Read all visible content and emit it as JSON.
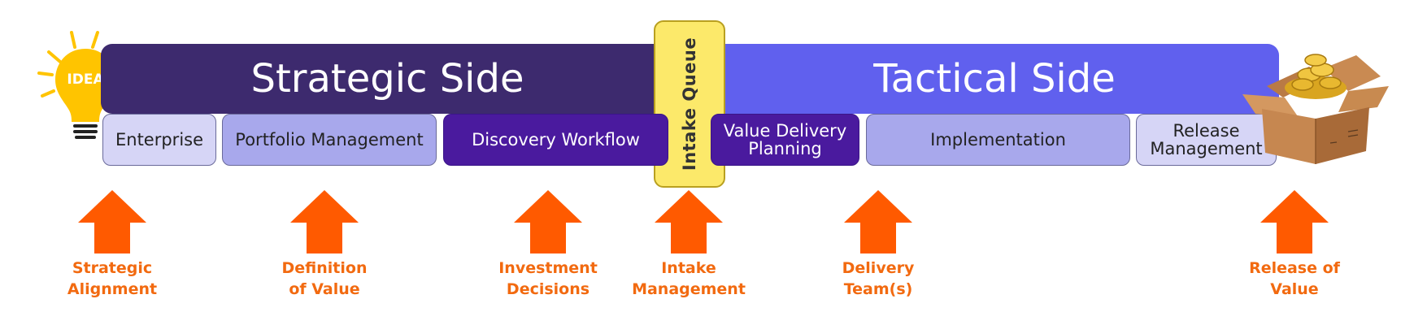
{
  "banners": {
    "strategic": "Strategic Side",
    "tactical": "Tactical Side"
  },
  "queue": {
    "label": "Intake Queue"
  },
  "idea": {
    "label": "IDEA"
  },
  "stages": {
    "enterprise": "Enterprise",
    "portfolio": "Portfolio Management",
    "discovery": "Discovery Workflow",
    "value_delivery": [
      "Value Delivery",
      "Planning"
    ],
    "implementation": "Implementation",
    "release": [
      "Release",
      "Management"
    ]
  },
  "outcomes": [
    {
      "line1": "Strategic",
      "line2": "Alignment"
    },
    {
      "line1": "Definition",
      "line2": "of Value"
    },
    {
      "line1": "Investment",
      "line2": "Decisions"
    },
    {
      "line1": "Intake",
      "line2": "Management"
    },
    {
      "line1": "Delivery",
      "line2": "Team(s)"
    },
    {
      "line1": "Release of",
      "line2": "Value"
    }
  ],
  "colors": {
    "strategic_banner": "#3d2a6e",
    "tactical_banner": "#6060ee",
    "queue": "#fce96a",
    "arrow": "#ff5a00",
    "label": "#f26a10",
    "bulb": "#ffc400"
  },
  "icons": {
    "idea": "lightbulb-icon",
    "box": "treasure-box-icon",
    "arrow": "up-arrow-icon"
  }
}
